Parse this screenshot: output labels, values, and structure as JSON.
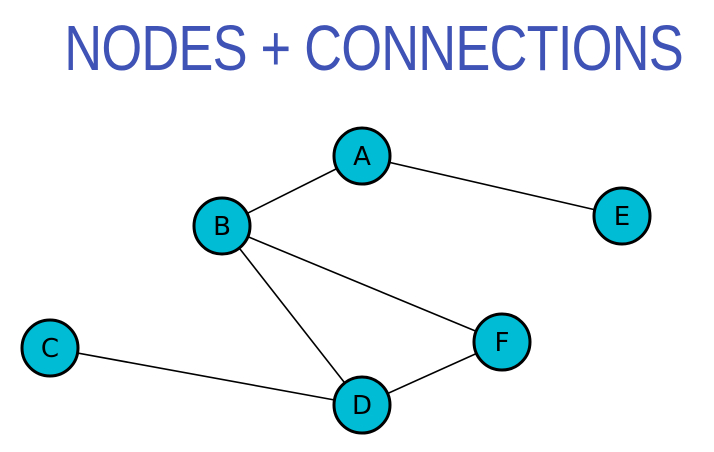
{
  "title": "NODES + CONNECTIONS",
  "colors": {
    "title": "#3f52b5",
    "node_fill": "#00bcd4",
    "node_stroke": "#000000",
    "edge": "#000000"
  },
  "nodes": [
    "A",
    "B",
    "C",
    "D",
    "E",
    "F"
  ],
  "edges": [
    [
      "A",
      "B"
    ],
    [
      "A",
      "E"
    ],
    [
      "B",
      "D"
    ],
    [
      "B",
      "F"
    ],
    [
      "C",
      "D"
    ],
    [
      "D",
      "F"
    ]
  ]
}
